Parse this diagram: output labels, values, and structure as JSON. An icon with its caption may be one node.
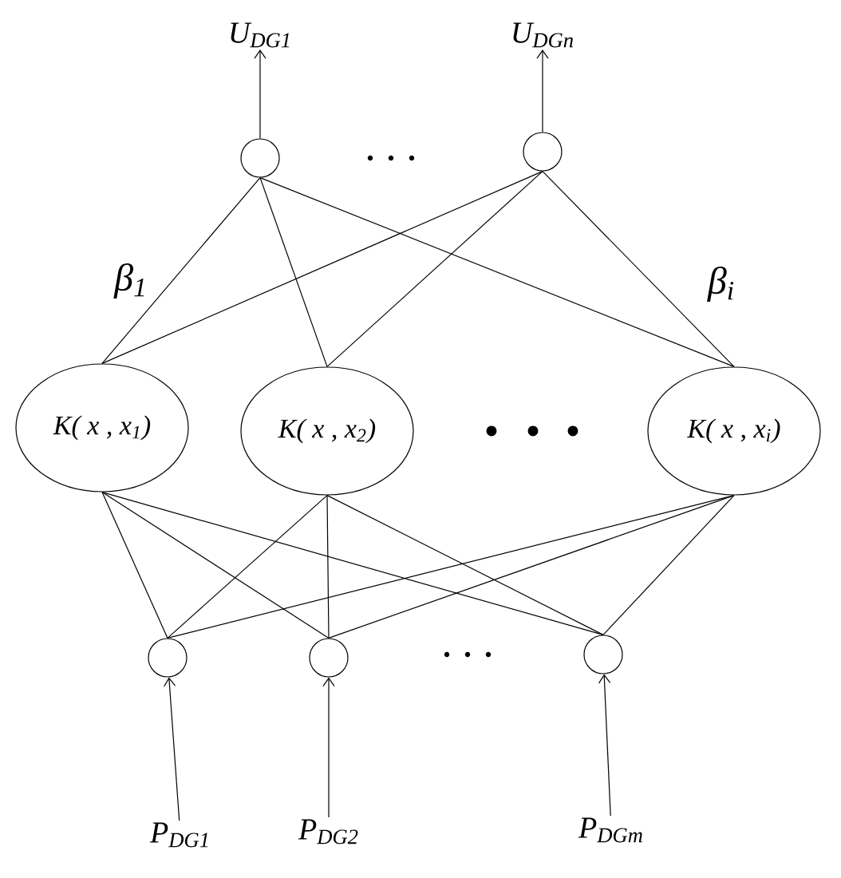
{
  "diagram": {
    "nodes": [
      {
        "text": [
          "U$_{DG1}$"
        ]
      },
      {
        "text": [
          "U$_{DGn}$"
        ]
      },
      {
        "text": [],
        "shape": "circle"
      },
      {
        "text": [],
        "shape": "circle"
      },
      {
        "text": [
          "K( x , x$_{1}$)"
        ]
      },
      {
        "text": [
          "K( x , x$_{2}$)"
        ]
      },
      {
        "text": [
          "K( x , x$_{i}$)"
        ]
      },
      {
        "text": [],
        "shape": "circle"
      },
      {
        "text": [],
        "shape": "circle"
      },
      {
        "text": [],
        "shape": "circle"
      },
      {
        "text": [
          "P$_{DG1}$"
        ]
      },
      {
        "text": [
          "P$_{DG2}$"
        ]
      },
      {
        "text": [
          "P$_{DGm}$"
        ]
      }
    ],
    "edges": [
      {
        "from": 2,
        "to": 0,
        "arrow": "to"
      },
      {
        "from": 3,
        "to": 1,
        "arrow": "to"
      },
      {
        "from": 4,
        "to": 2,
        "arrow": "none"
      },
      {
        "from": 5,
        "to": 2,
        "arrow": "none"
      },
      {
        "from": 6,
        "to": 2,
        "arrow": "none"
      },
      {
        "from": 4,
        "to": 3,
        "arrow": "none"
      },
      {
        "from": 5,
        "to": 3,
        "arrow": "none"
      },
      {
        "from": 6,
        "to": 3,
        "arrow": "none"
      },
      {
        "from": 7,
        "to": 4,
        "arrow": "none"
      },
      {
        "from": 8,
        "to": 4,
        "arrow": "none"
      },
      {
        "from": 9,
        "to": 4,
        "arrow": "none"
      },
      {
        "from": 7,
        "to": 5,
        "arrow": "none"
      },
      {
        "from": 8,
        "to": 5,
        "arrow": "none"
      },
      {
        "from": 9,
        "to": 5,
        "arrow": "none"
      },
      {
        "from": 7,
        "to": 6,
        "arrow": "none"
      },
      {
        "from": 8,
        "to": 6,
        "arrow": "none"
      },
      {
        "from": 9,
        "to": 6,
        "arrow": "none"
      },
      {
        "from": 10,
        "to": 7,
        "arrow": "to"
      },
      {
        "from": 11,
        "to": 8,
        "arrow": "to"
      },
      {
        "from": 12,
        "to": 9,
        "arrow": "to"
      }
    ],
    "labels": [
      "β$_{1}$",
      "β$_{i}$"
    ]
  }
}
